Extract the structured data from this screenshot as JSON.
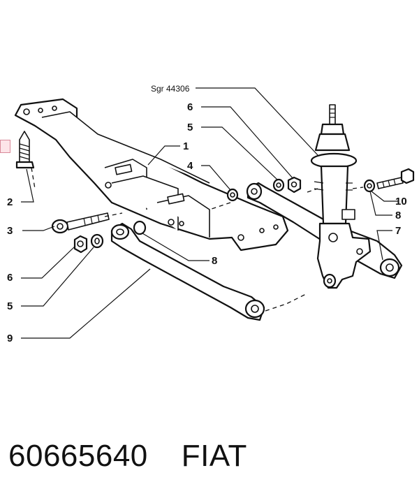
{
  "labels": {
    "sgr": "Sgr 44306",
    "l1": "1",
    "l2": "2",
    "l3": "3",
    "l4": "4",
    "l5a": "5",
    "l5b": "5",
    "l6a": "6",
    "l6b": "6",
    "l7": "7",
    "l8a": "8",
    "l8b": "8",
    "l9": "9",
    "l10": "10"
  },
  "footer": {
    "part_number": "60665640",
    "brand": "FIAT"
  }
}
